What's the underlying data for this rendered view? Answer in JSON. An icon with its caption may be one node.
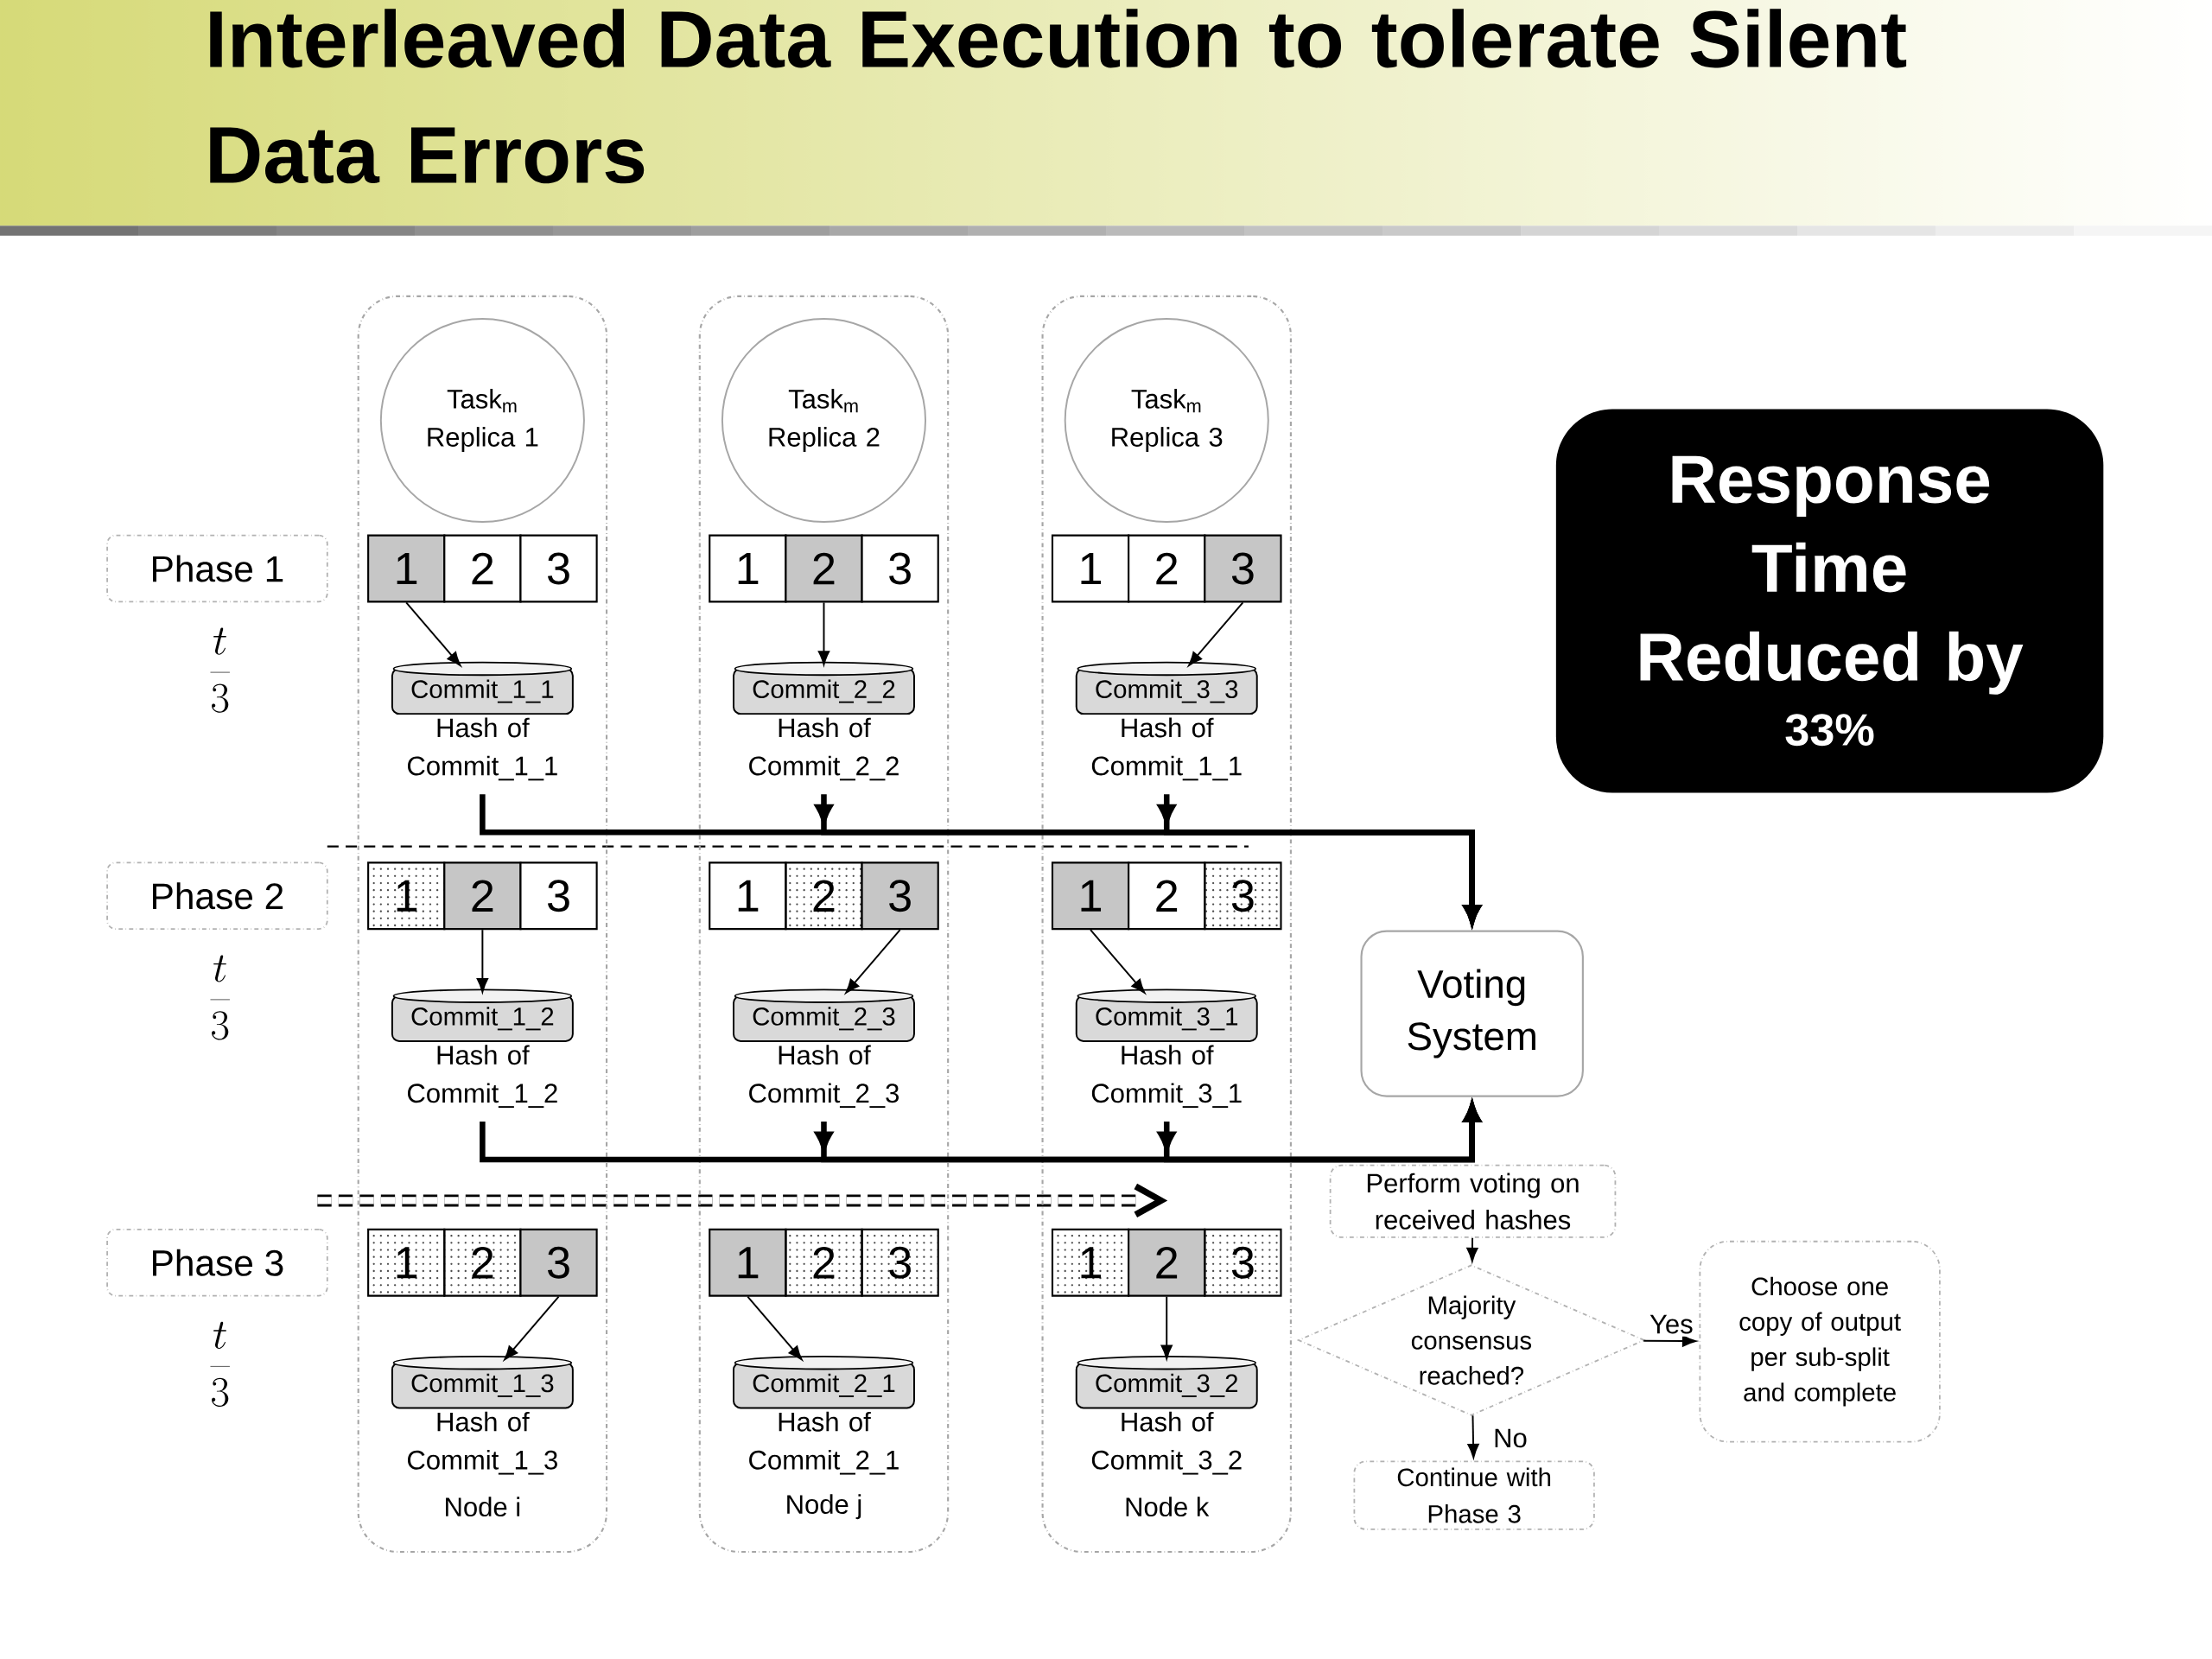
{
  "diagram": {
    "title": "Interleaved Data Execution to tolerate Silent Data Errors",
    "nodes": [
      {
        "text": [
          "Node i"
        ]
      },
      {
        "text": [
          "Node j"
        ]
      },
      {
        "text": [
          "Node k"
        ]
      },
      {
        "text": [
          "Task$_{m}$ Replica 1"
        ],
        "in": 0
      },
      {
        "text": [
          "1"
        ],
        "in": 0
      },
      {
        "text": [
          "2"
        ],
        "in": 0
      },
      {
        "text": [
          "3"
        ],
        "in": 0
      },
      {
        "text": [
          "Commit_1_1"
        ],
        "beside": [
          "Hash of Commit_1_1"
        ],
        "in": 0
      },
      {
        "text": [
          "1"
        ],
        "in": 0
      },
      {
        "text": [
          "2"
        ],
        "in": 0
      },
      {
        "text": [
          "3"
        ],
        "in": 0
      },
      {
        "text": [
          "Commit_1_2"
        ],
        "beside": [
          "Hash of Commit_1_2"
        ],
        "in": 0
      },
      {
        "text": [
          "1"
        ],
        "in": 0
      },
      {
        "text": [
          "2"
        ],
        "in": 0
      },
      {
        "text": [
          "3"
        ],
        "in": 0
      },
      {
        "text": [
          "Commit_1_3"
        ],
        "beside": [
          "Hash of Commit_1_3"
        ],
        "in": 0
      },
      {
        "text": [
          "Task$_{m}$ Replica 2"
        ],
        "in": 1
      },
      {
        "text": [
          "1"
        ],
        "in": 1
      },
      {
        "text": [
          "2"
        ],
        "in": 1
      },
      {
        "text": [
          "3"
        ],
        "in": 1
      },
      {
        "text": [
          "Commit_2_2"
        ],
        "beside": [
          "Hash of Commit_2_2"
        ],
        "in": 1
      },
      {
        "text": [
          "1"
        ],
        "in": 1
      },
      {
        "text": [
          "2"
        ],
        "in": 1
      },
      {
        "text": [
          "3"
        ],
        "in": 1
      },
      {
        "text": [
          "Commit_2_3"
        ],
        "beside": [
          "Hash of Commit_2_3"
        ],
        "in": 1
      },
      {
        "text": [
          "1"
        ],
        "in": 1
      },
      {
        "text": [
          "2"
        ],
        "in": 1
      },
      {
        "text": [
          "3"
        ],
        "in": 1
      },
      {
        "text": [
          "Commit_2_1"
        ],
        "beside": [
          "Hash of Commit_2_1"
        ],
        "in": 1
      },
      {
        "text": [
          "Task$_{m}$ Replica 3"
        ],
        "in": 2
      },
      {
        "text": [
          "1"
        ],
        "in": 2
      },
      {
        "text": [
          "2"
        ],
        "in": 2
      },
      {
        "text": [
          "3"
        ],
        "in": 2
      },
      {
        "text": [
          "Commit_3_3"
        ],
        "beside": [
          "Hash of Commit_1_1"
        ],
        "in": 2
      },
      {
        "text": [
          "1"
        ],
        "in": 2
      },
      {
        "text": [
          "2"
        ],
        "in": 2
      },
      {
        "text": [
          "3"
        ],
        "in": 2
      },
      {
        "text": [
          "Commit_3_1"
        ],
        "beside": [
          "Hash of Commit_3_1"
        ],
        "in": 2
      },
      {
        "text": [
          "1"
        ],
        "in": 2
      },
      {
        "text": [
          "2"
        ],
        "in": 2
      },
      {
        "text": [
          "3"
        ],
        "in": 2
      },
      {
        "text": [
          "Commit_3_2"
        ],
        "beside": [
          "Hash of Commit_3_2"
        ],
        "in": 2
      },
      {
        "text": [
          "Phase 1"
        ]
      },
      {
        "text": [
          "Phase 2"
        ]
      },
      {
        "text": [
          "Phase 3"
        ]
      },
      {
        "text": [
          "Voting System"
        ]
      },
      {
        "text": [
          "Perform voting on received hashes"
        ]
      },
      {
        "text": [
          "Majority consensus reached?"
        ]
      },
      {
        "text": [
          "Choose one copy of output per sub-split and complete"
        ]
      },
      {
        "text": [
          "Continue with Phase 3"
        ]
      },
      {
        "text": [
          "Response Time Reduced by",
          "33%"
        ]
      }
    ],
    "edges": [
      {
        "from": 4,
        "to": 7,
        "arrow": "to"
      },
      {
        "from": 9,
        "to": 11,
        "arrow": "to"
      },
      {
        "from": 14,
        "to": 15,
        "arrow": "to"
      },
      {
        "from": 18,
        "to": 20,
        "arrow": "to"
      },
      {
        "from": 23,
        "to": 24,
        "arrow": "to"
      },
      {
        "from": 25,
        "to": 28,
        "arrow": "to"
      },
      {
        "from": 32,
        "to": 33,
        "arrow": "to"
      },
      {
        "from": 34,
        "to": 37,
        "arrow": "to"
      },
      {
        "from": 39,
        "to": 41,
        "arrow": "to"
      },
      {
        "from": 7,
        "to": 45,
        "arrow": "to",
        "style": "thick"
      },
      {
        "from": 20,
        "to": 45,
        "arrow": "to",
        "style": "thick"
      },
      {
        "from": 33,
        "to": 45,
        "arrow": "to",
        "style": "thick"
      },
      {
        "from": 11,
        "to": 45,
        "arrow": "to",
        "style": "thick"
      },
      {
        "from": 24,
        "to": 45,
        "arrow": "to",
        "style": "thick"
      },
      {
        "from": 37,
        "to": 45,
        "arrow": "to",
        "style": "thick"
      },
      {
        "from": 46,
        "to": 47,
        "arrow": "to"
      },
      {
        "from": 47,
        "to": 48,
        "arrow": "to",
        "label": "Yes"
      },
      {
        "from": 47,
        "to": 49,
        "arrow": "to",
        "label": "No"
      }
    ],
    "labels": [
      "\\frac{t}{3}",
      "\\frac{t}{3}",
      "\\frac{t}{3}"
    ]
  }
}
